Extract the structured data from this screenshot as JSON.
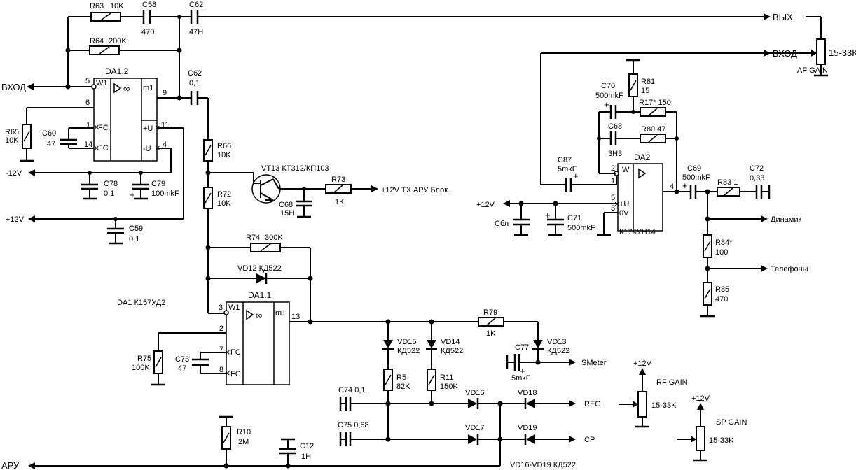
{
  "labels": {
    "r63": "R63",
    "r63v": "10K",
    "c58": "C58",
    "c58v": "470",
    "c62a": "C62",
    "c62av": "47H",
    "r64": "R64",
    "r64v": "200K",
    "vyh": "ВЫХ",
    "vhod_r": "ВХОД",
    "af_gain": "AF GAIN",
    "pot_af": "15-33K",
    "vhod_l": "ВХОД",
    "da12": "DA1.2",
    "w1a": "W1",
    "m1a": "m1",
    "pin5a": "5",
    "pin6a": "6",
    "pin1a": "1",
    "pin14a": "14",
    "pin9a": "9",
    "pin11a": "11",
    "pin4a": "4",
    "fc": "FC",
    "pu": "+U",
    "mu": "-U",
    "c62b": "C62",
    "c62bv": "0,1",
    "r65": "R65",
    "r65v": "10K",
    "c60": "C60",
    "c60v": "47",
    "minus12": "-12V",
    "c78": "C78",
    "c78v": "0,1",
    "c79": "C79",
    "c79v": "100mkF",
    "plus12a": "+12V",
    "c59": "C59",
    "c59v": "0,1",
    "r66": "R66",
    "r66v": "10K",
    "vt13": "VT13  КТ312/КП103",
    "r73": "R73",
    "r73v": "1K",
    "tx_aru": "+12V TX АРУ Блок.",
    "c68a": "C68",
    "c68av": "15H",
    "r72": "R72",
    "r72v": "10K",
    "r74": "R74",
    "r74v": "300K",
    "vd12": "VD12  КД522",
    "da1": "DA1  К157УД2",
    "da11": "DA1.1",
    "w1b": "W1",
    "m1b": "m1",
    "pin3b": "3",
    "pin2b": "2",
    "pin7b": "7",
    "pin8b": "8",
    "pin13b": "13",
    "r75": "R75",
    "r75v": "100K",
    "c73": "C73",
    "c73v": "47",
    "r79": "R79",
    "r79v": "1K",
    "vd15": "VD15",
    "vd15v": "КД522",
    "vd14": "VD14",
    "vd14v": "КД522",
    "vd13": "VD13",
    "vd13v": "КД522",
    "c77": "C77",
    "c77v": "5mkF",
    "smeter": "SMeter",
    "r5": "R5",
    "r5v": "82K",
    "r11": "R11",
    "r11v": "150K",
    "c74": "C74  0,1",
    "c75": "C75  0,68",
    "vd16": "VD16",
    "vd18": "VD18",
    "vd17": "VD17",
    "vd19": "VD19",
    "reg": "REG",
    "cp": "CP",
    "r10": "R10",
    "r10v": "2M",
    "c12": "C12",
    "c12v": "1H",
    "aru": "АРУ",
    "vd_range": "VD16-VD19 КД522",
    "plus12_rf": "+12V",
    "rf_gain": "RF GAIN",
    "pot_rf": "15-33K",
    "plus12_sp": "+12V",
    "sp_gain": "SP GAIN",
    "pot_sp": "15-33K",
    "r81": "R81",
    "r81v": "15",
    "c70": "C70",
    "c70v": "500mkF",
    "r17": "R17*  150",
    "c68b": "C68",
    "c68bv": "3H3",
    "r80": "R80  47",
    "c87": "C87",
    "c87v": "5mkF",
    "da2": "DA2",
    "w2": "W",
    "pu2": "+U",
    "ov2": "0V",
    "pin2c": "2",
    "pin1c": "1",
    "pin5c": "5",
    "pin3c": "3",
    "pin4c": "4",
    "k174": "К174УН14",
    "c69": "C69",
    "c69v": "500mkF",
    "r83": "R83  1",
    "c72": "C72",
    "c72v": "0,33",
    "plus12b": "+12V",
    "cbl": "Сбл",
    "c71": "C71",
    "c71v": "500mkF",
    "dinamik": "Динамик",
    "r84": "R84*",
    "r84v": "100",
    "telefony": "Телефоны",
    "r85": "R85",
    "r85v": "470",
    "plus_sign": "+",
    "inf": "∞"
  }
}
